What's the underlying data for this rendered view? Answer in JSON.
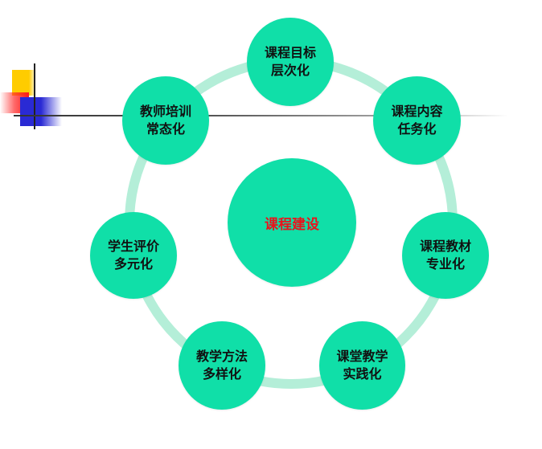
{
  "colors": {
    "node_fill": "#10dfa8",
    "ring": "#b4eed8",
    "center_text": "#e8141c",
    "node_text": "#111111"
  },
  "center": {
    "label": "课程建设"
  },
  "nodes": [
    {
      "line1": "课程目标",
      "line2": "层次化"
    },
    {
      "line1": "课程内容",
      "line2": "任务化"
    },
    {
      "line1": "课程教材",
      "line2": "专业化"
    },
    {
      "line1": "课堂教学",
      "line2": "实践化"
    },
    {
      "line1": "教学方法",
      "line2": "多样化"
    },
    {
      "line1": "学生评价",
      "line2": "多元化"
    },
    {
      "line1": "教师培训",
      "line2": "常态化"
    }
  ]
}
